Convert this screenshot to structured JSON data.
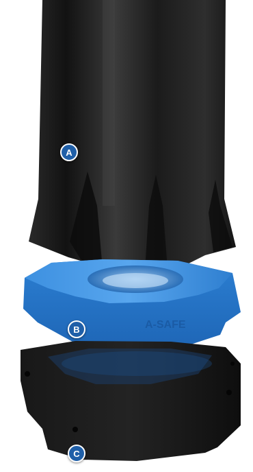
{
  "markers": {
    "a": "A",
    "b": "B",
    "c": "C"
  },
  "parts": {
    "post_color": "#1e1e1e",
    "collar_color": "#2f82d6",
    "base_color": "#141414"
  },
  "collar_text": "A-SAFE",
  "marker_color": "#1f5fa8"
}
